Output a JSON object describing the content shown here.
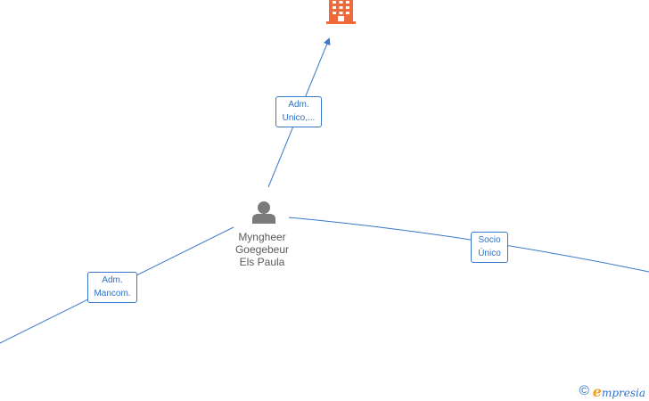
{
  "nodes": {
    "person": {
      "name_lines": [
        "Myngheer",
        "Goegebeur",
        "Els Paula"
      ],
      "icon": "person-icon"
    },
    "company_top": {
      "icon": "building-icon",
      "color": "#ee6a3a"
    }
  },
  "edges": [
    {
      "id": "edge-adm-unico",
      "label_lines": [
        "Adm.",
        "Unico,..."
      ]
    },
    {
      "id": "edge-adm-mancom",
      "label_lines": [
        "Adm.",
        "Mancom."
      ]
    },
    {
      "id": "edge-socio-unico",
      "label_lines": [
        "Socio",
        "Único"
      ]
    }
  ],
  "watermark": {
    "copyright_symbol": "©",
    "brand_initial": "e",
    "brand_rest": "mpresia"
  },
  "colors": {
    "edge": "#3a78c9",
    "person": "#7b7b7b",
    "company": "#ee6a3a",
    "label_text": "#2f6fc4"
  }
}
